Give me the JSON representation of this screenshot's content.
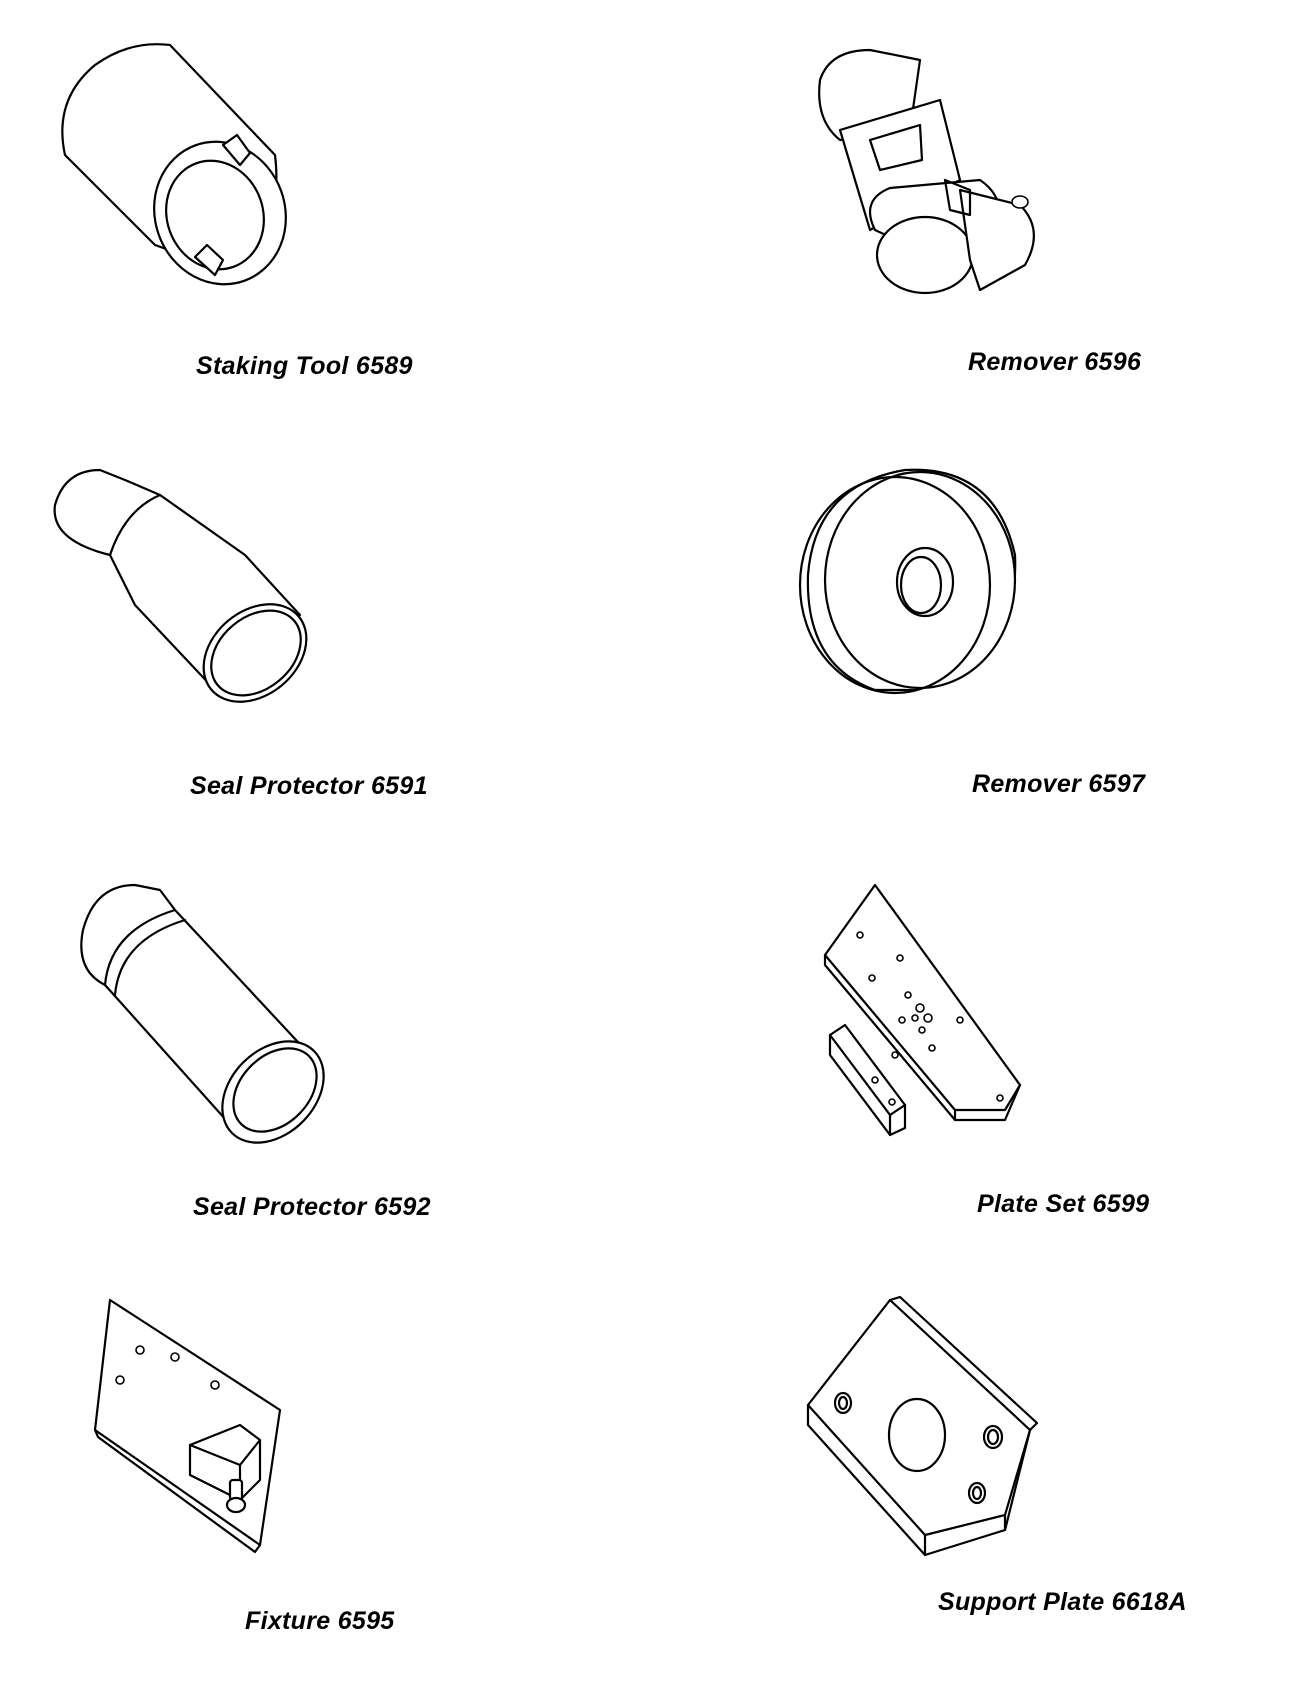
{
  "tools": [
    {
      "id": "staking-tool",
      "caption": "Staking Tool 6589"
    },
    {
      "id": "remover-6596",
      "caption": "Remover 6596"
    },
    {
      "id": "seal-protector-6591",
      "caption": "Seal Protector 6591"
    },
    {
      "id": "remover-6597",
      "caption": "Remover 6597"
    },
    {
      "id": "seal-protector-6592",
      "caption": "Seal Protector 6592"
    },
    {
      "id": "plate-set-6599",
      "caption": "Plate Set 6599"
    },
    {
      "id": "fixture-6595",
      "caption": "Fixture 6595"
    },
    {
      "id": "support-plate-6618a",
      "caption": "Support Plate 6618A"
    }
  ]
}
